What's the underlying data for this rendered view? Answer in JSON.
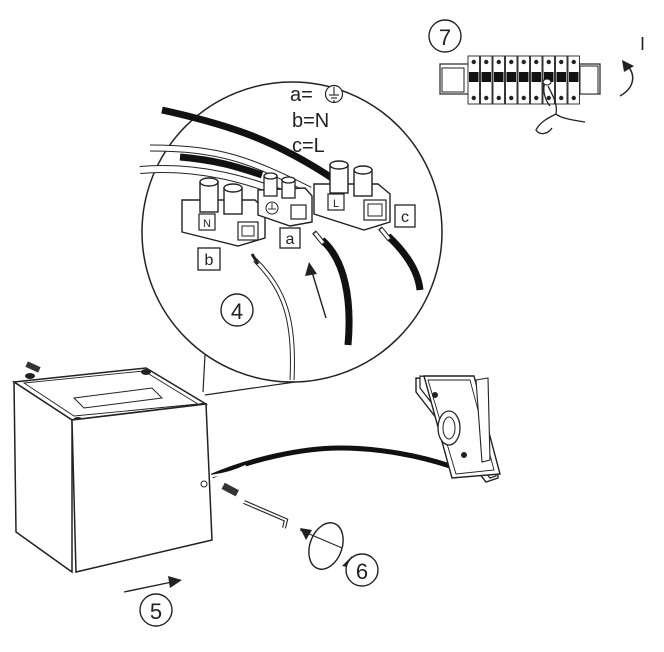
{
  "legend": {
    "line_a_prefix": "a=",
    "line_b": "b=N",
    "line_c": "c=L",
    "earth_icon": "earth-ground-icon"
  },
  "terminals": {
    "n_label": "N",
    "l_label": "L",
    "tag_a": "a",
    "tag_b": "b",
    "tag_c": "c"
  },
  "steps": {
    "s4": "4",
    "s5": "5",
    "s6": "6",
    "s7": "7"
  },
  "switch_position": "I",
  "colors": {
    "ink": "#222222",
    "cable_dark": "#111111",
    "gray": "#bdbdbd"
  }
}
